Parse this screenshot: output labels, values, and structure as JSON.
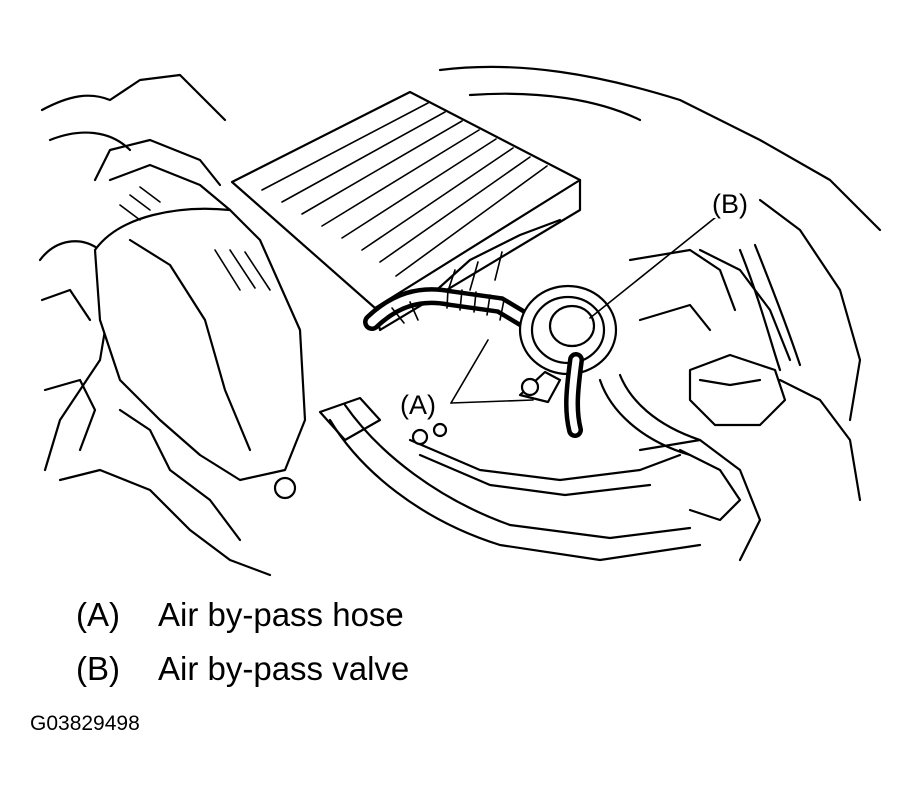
{
  "callouts": {
    "a": "(A)",
    "b": "(B)"
  },
  "legend": [
    {
      "key": "(A)",
      "label": "Air by-pass hose"
    },
    {
      "key": "(B)",
      "label": "Air by-pass valve"
    }
  ],
  "figure_id": "G03829498",
  "icons": [
    "engine-bay-illustration"
  ],
  "colors": {
    "ink": "#000000",
    "background": "#ffffff"
  }
}
